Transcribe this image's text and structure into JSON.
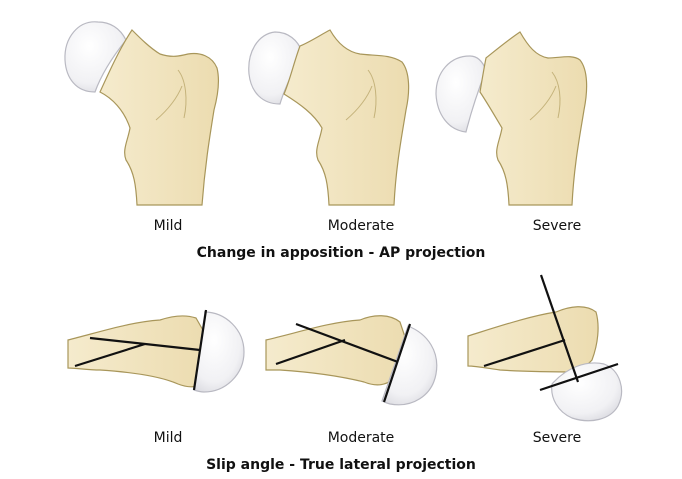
{
  "ap_section": {
    "title": "Change in apposition - AP projection",
    "labels": [
      "Mild",
      "Moderate",
      "Severe"
    ]
  },
  "lateral_section": {
    "title": "Slip angle - True lateral projection",
    "labels": [
      "Mild",
      "Moderate",
      "Severe"
    ]
  },
  "colors": {
    "bone": "#f2e6c3",
    "bone_outline": "#a8965a",
    "head_fill": "#f4f4f6",
    "head_outline": "#b9b9c2",
    "line": "#111111"
  }
}
